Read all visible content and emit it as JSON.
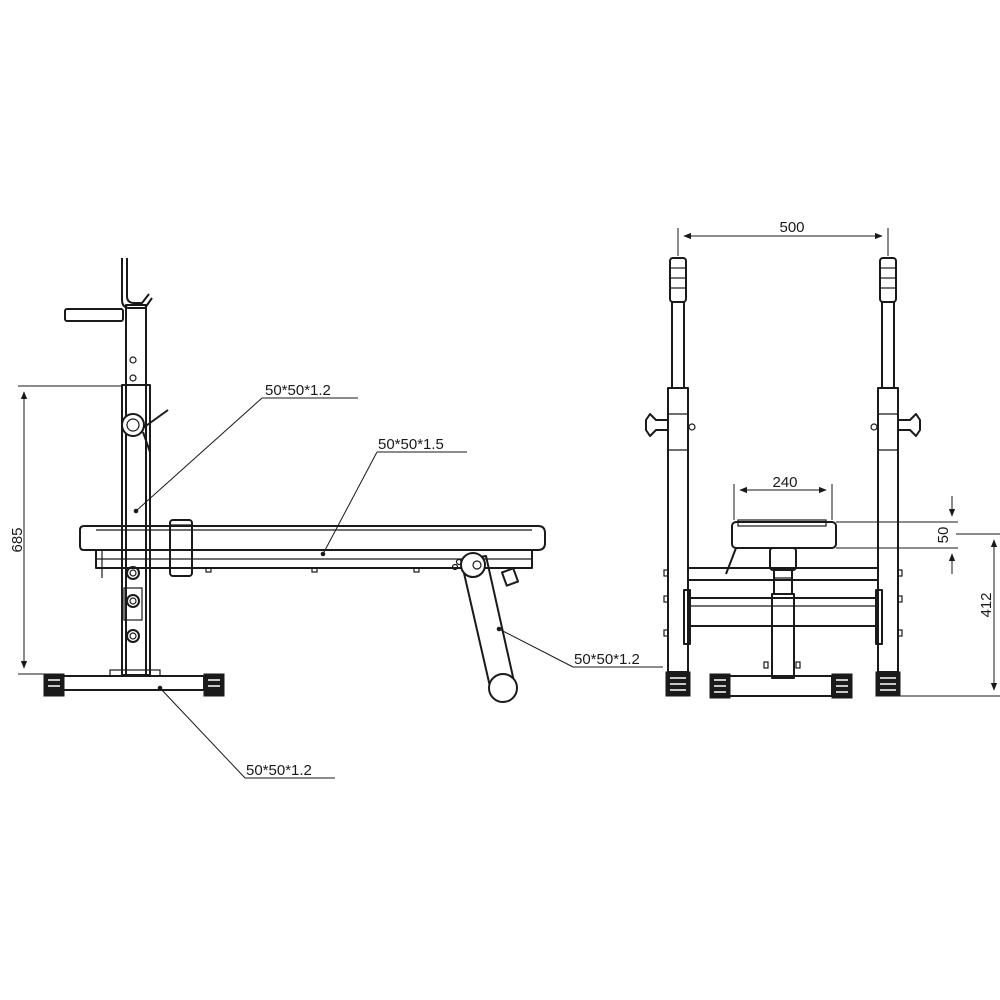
{
  "side_view": {
    "callouts": {
      "upright_tube": "50*50*1.2",
      "seat_frame_tube": "50*50*1.5",
      "rear_leg_tube": "50*50*1.2",
      "base_tube": "50*50*1.2"
    },
    "dimensions": {
      "height": "685"
    }
  },
  "front_view": {
    "dimensions": {
      "upright_spacing": "500",
      "seat_width": "240",
      "seat_thickness": "50",
      "seat_height": "412"
    }
  }
}
